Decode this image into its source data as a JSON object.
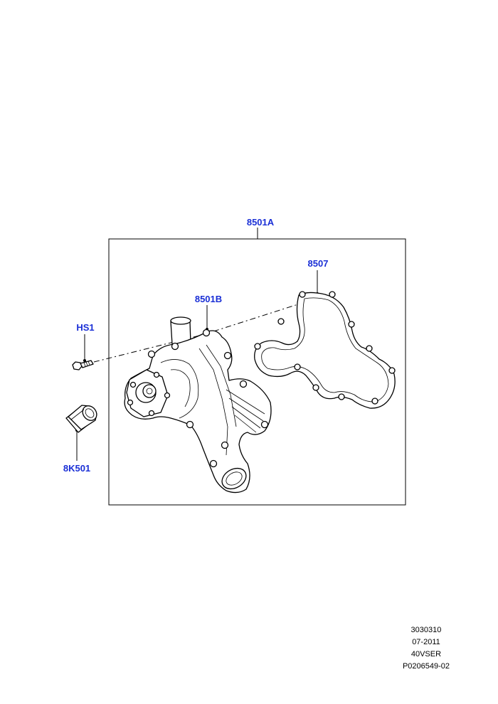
{
  "callouts": {
    "assembly": "8501A",
    "gasket": "8507",
    "pump": "8501B",
    "bolt": "HS1",
    "fitting": "8K501"
  },
  "info": {
    "line1": "3030310",
    "line2": "07-2011",
    "line3": "40VSER",
    "line4": "P0206549-02"
  }
}
